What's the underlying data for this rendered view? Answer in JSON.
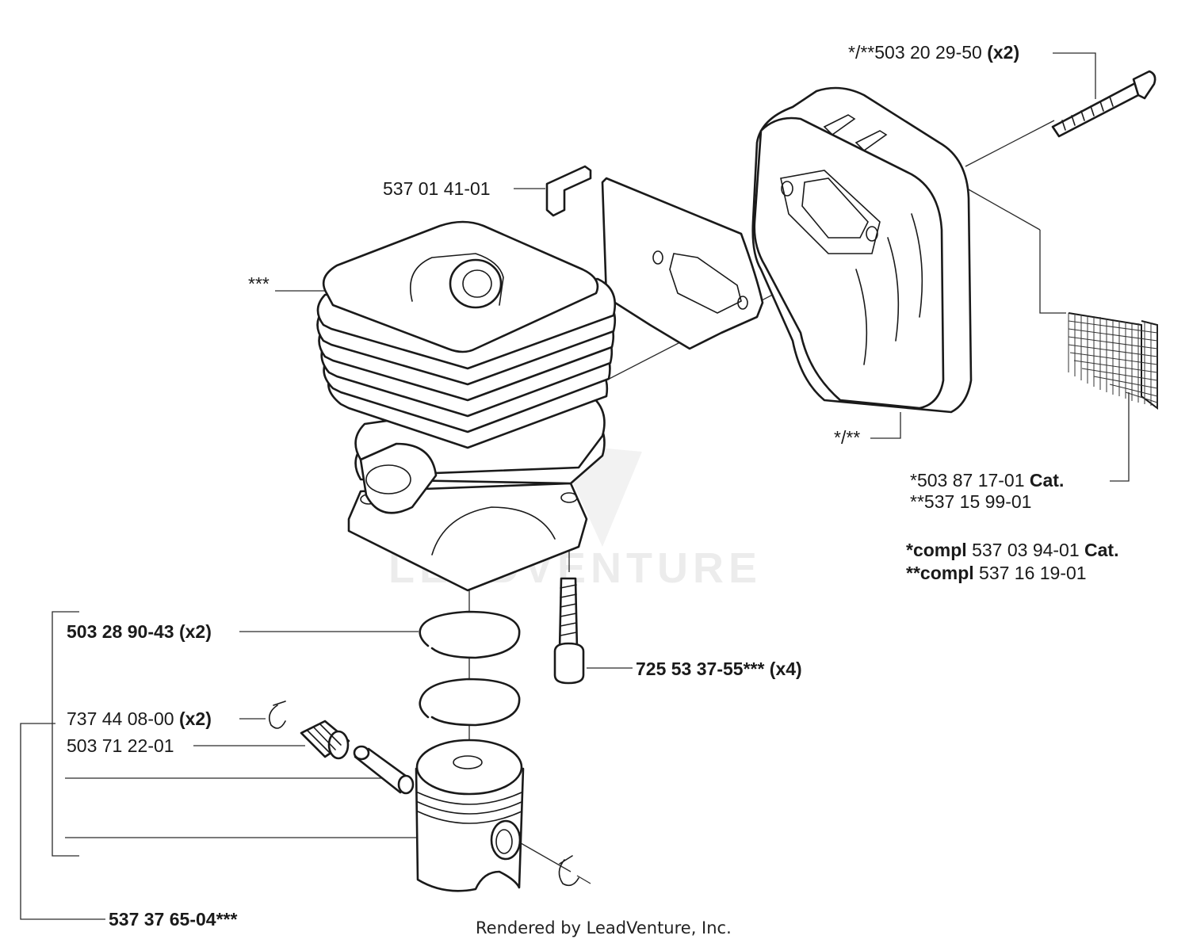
{
  "watermark": "LEADVENTURE",
  "footer": "Rendered by LeadVenture, Inc.",
  "labels": {
    "bolt_long": {
      "pre": "*/**503 20 29-50 ",
      "bold": "(x2)"
    },
    "heat_shield": {
      "pre": "537 01 41-01",
      "bold": ""
    },
    "cylinder": {
      "pre": "***",
      "bold": ""
    },
    "muffler": {
      "pre": "*/**",
      "bold": ""
    },
    "screen_a": {
      "pre": "*503 87 17-01 ",
      "bold": "Cat."
    },
    "screen_b": {
      "pre": "**537 15 99-01",
      "bold": ""
    },
    "compl_a": {
      "bold1": "*compl",
      "mid": " 537 03 94-01 ",
      "bold2": "Cat."
    },
    "compl_b": {
      "bold1": "**compl",
      "mid": " 537 16 19-01"
    },
    "rings": {
      "bold": "503 28 90-43 (x2)"
    },
    "screw": {
      "bold": "725 53 37-55*** (x4)"
    },
    "circlip": {
      "pre": "737 44 08-00 ",
      "bold": "(x2)"
    },
    "bearing": {
      "pre": "503 71 22-01"
    },
    "piston_kit": {
      "bold": "537 37 65-04***"
    }
  }
}
